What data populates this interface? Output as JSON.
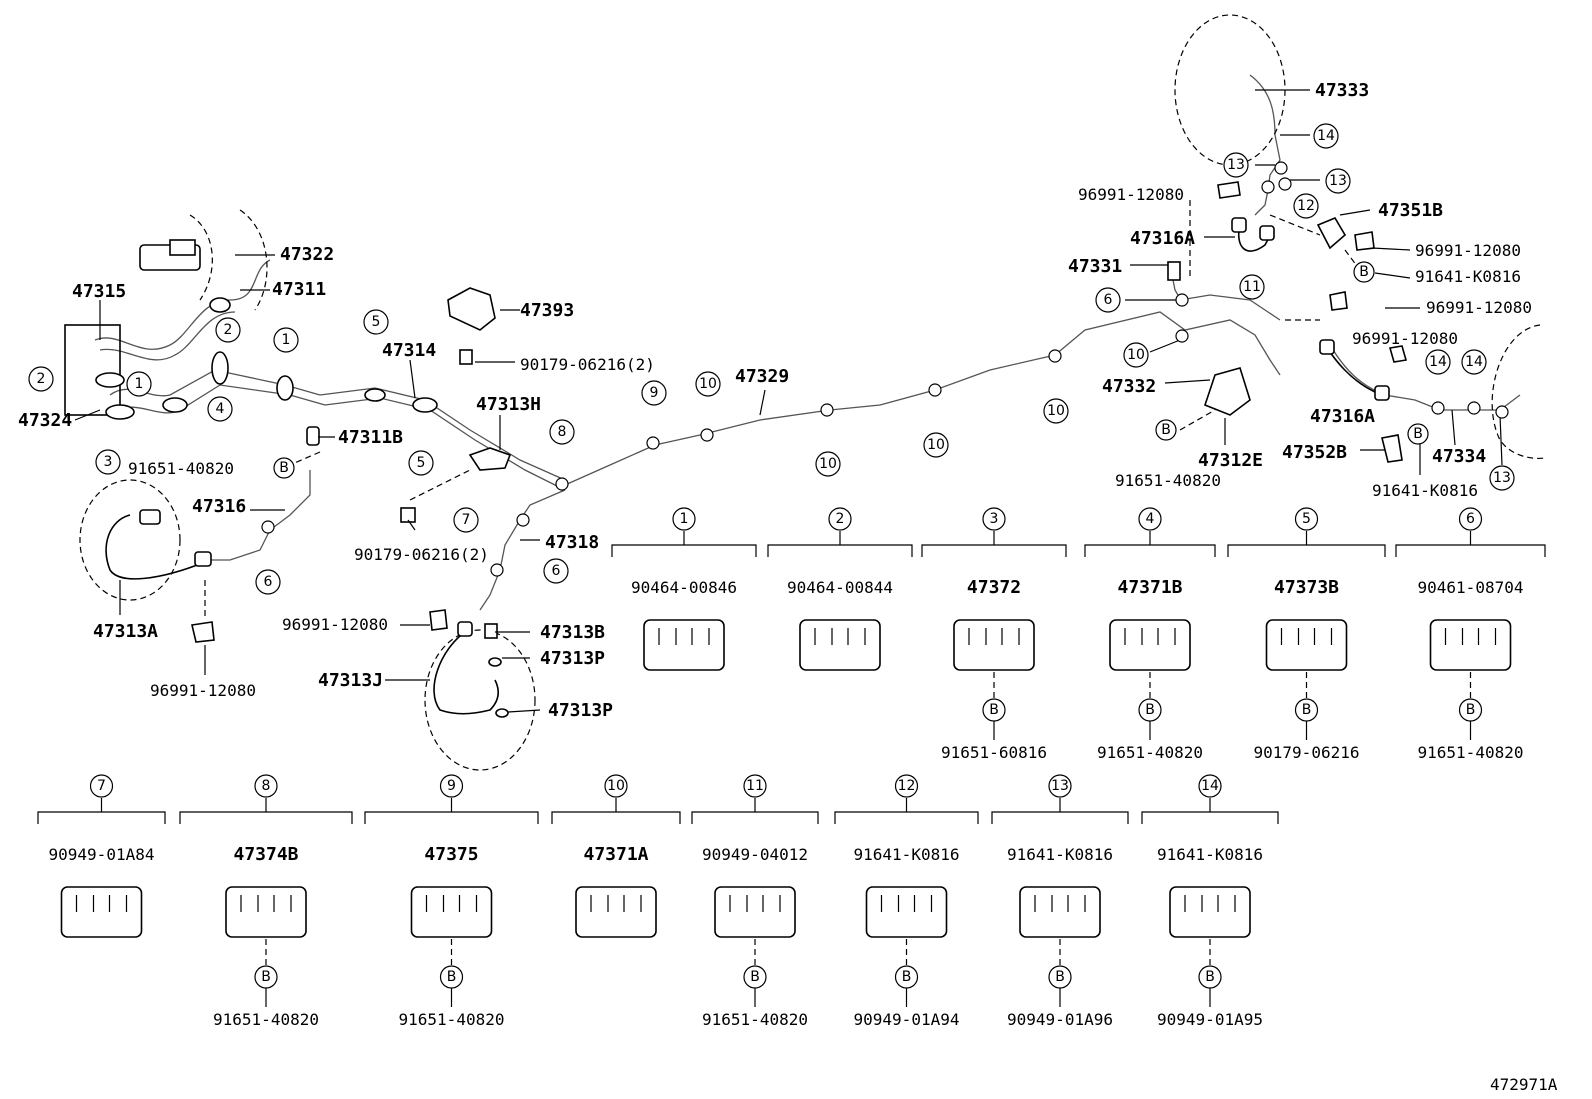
{
  "labels": {
    "p47333": "47333",
    "p47351B": "47351B",
    "p47316A_top": "47316A",
    "p47331": "47331",
    "p47332": "47332",
    "p47312E": "47312E",
    "p47316A_right": "47316A",
    "p47352B": "47352B",
    "p47334": "47334",
    "p47322": "47322",
    "p47311": "47311",
    "p47315": "47315",
    "p47324": "47324",
    "p47393": "47393",
    "p47314": "47314",
    "p47313H": "47313H",
    "p47329": "47329",
    "p47311B": "47311B",
    "p47316": "47316",
    "p47313A": "47313A",
    "p47318": "47318",
    "p47313B": "47313B",
    "p47313P_a": "47313P",
    "p47313P_b": "47313P",
    "p47313J": "47313J",
    "n96991_a": "96991-12080",
    "n96991_b": "96991-12080",
    "n96991_c": "96991-12080",
    "n96991_d": "96991-12080",
    "n96991_e": "96991-12080",
    "n96991_f": "96991-12080",
    "n91641_a": "91641-K0816",
    "n91641_b": "91641-K0816",
    "n91651_a": "91651-40820",
    "n91651_b": "91651-40820",
    "n90179_a": "90179-06216(2)",
    "n90179_b": "90179-06216(2)",
    "figure_code": "472971A"
  },
  "callouts": [
    "1",
    "2",
    "3",
    "4",
    "5",
    "6",
    "7",
    "8",
    "9",
    "10",
    "11",
    "12",
    "13",
    "14"
  ],
  "legend": [
    {
      "num": "1",
      "part": "90464-00846",
      "bolt": ""
    },
    {
      "num": "2",
      "part": "90464-00844",
      "bolt": ""
    },
    {
      "num": "3",
      "part": "47372",
      "bolt": "91651-60816"
    },
    {
      "num": "4",
      "part": "47371B",
      "bolt": "91651-40820"
    },
    {
      "num": "5",
      "part": "47373B",
      "bolt": "90179-06216"
    },
    {
      "num": "6",
      "part": "90461-08704",
      "bolt": "91651-40820"
    },
    {
      "num": "7",
      "part": "90949-01A84",
      "bolt": ""
    },
    {
      "num": "8",
      "part": "47374B",
      "bolt": "91651-40820"
    },
    {
      "num": "9",
      "part": "47375",
      "bolt": "91651-40820"
    },
    {
      "num": "10",
      "part": "47371A",
      "bolt": ""
    },
    {
      "num": "11",
      "part": "90949-04012",
      "bolt": "91651-40820"
    },
    {
      "num": "12",
      "part": "91641-K0816",
      "bolt": "90949-01A94"
    },
    {
      "num": "13",
      "part": "91641-K0816",
      "bolt": "90949-01A96"
    },
    {
      "num": "14",
      "part": "91641-K0816",
      "bolt": "90949-01A95"
    }
  ],
  "bolt_marker": "B"
}
